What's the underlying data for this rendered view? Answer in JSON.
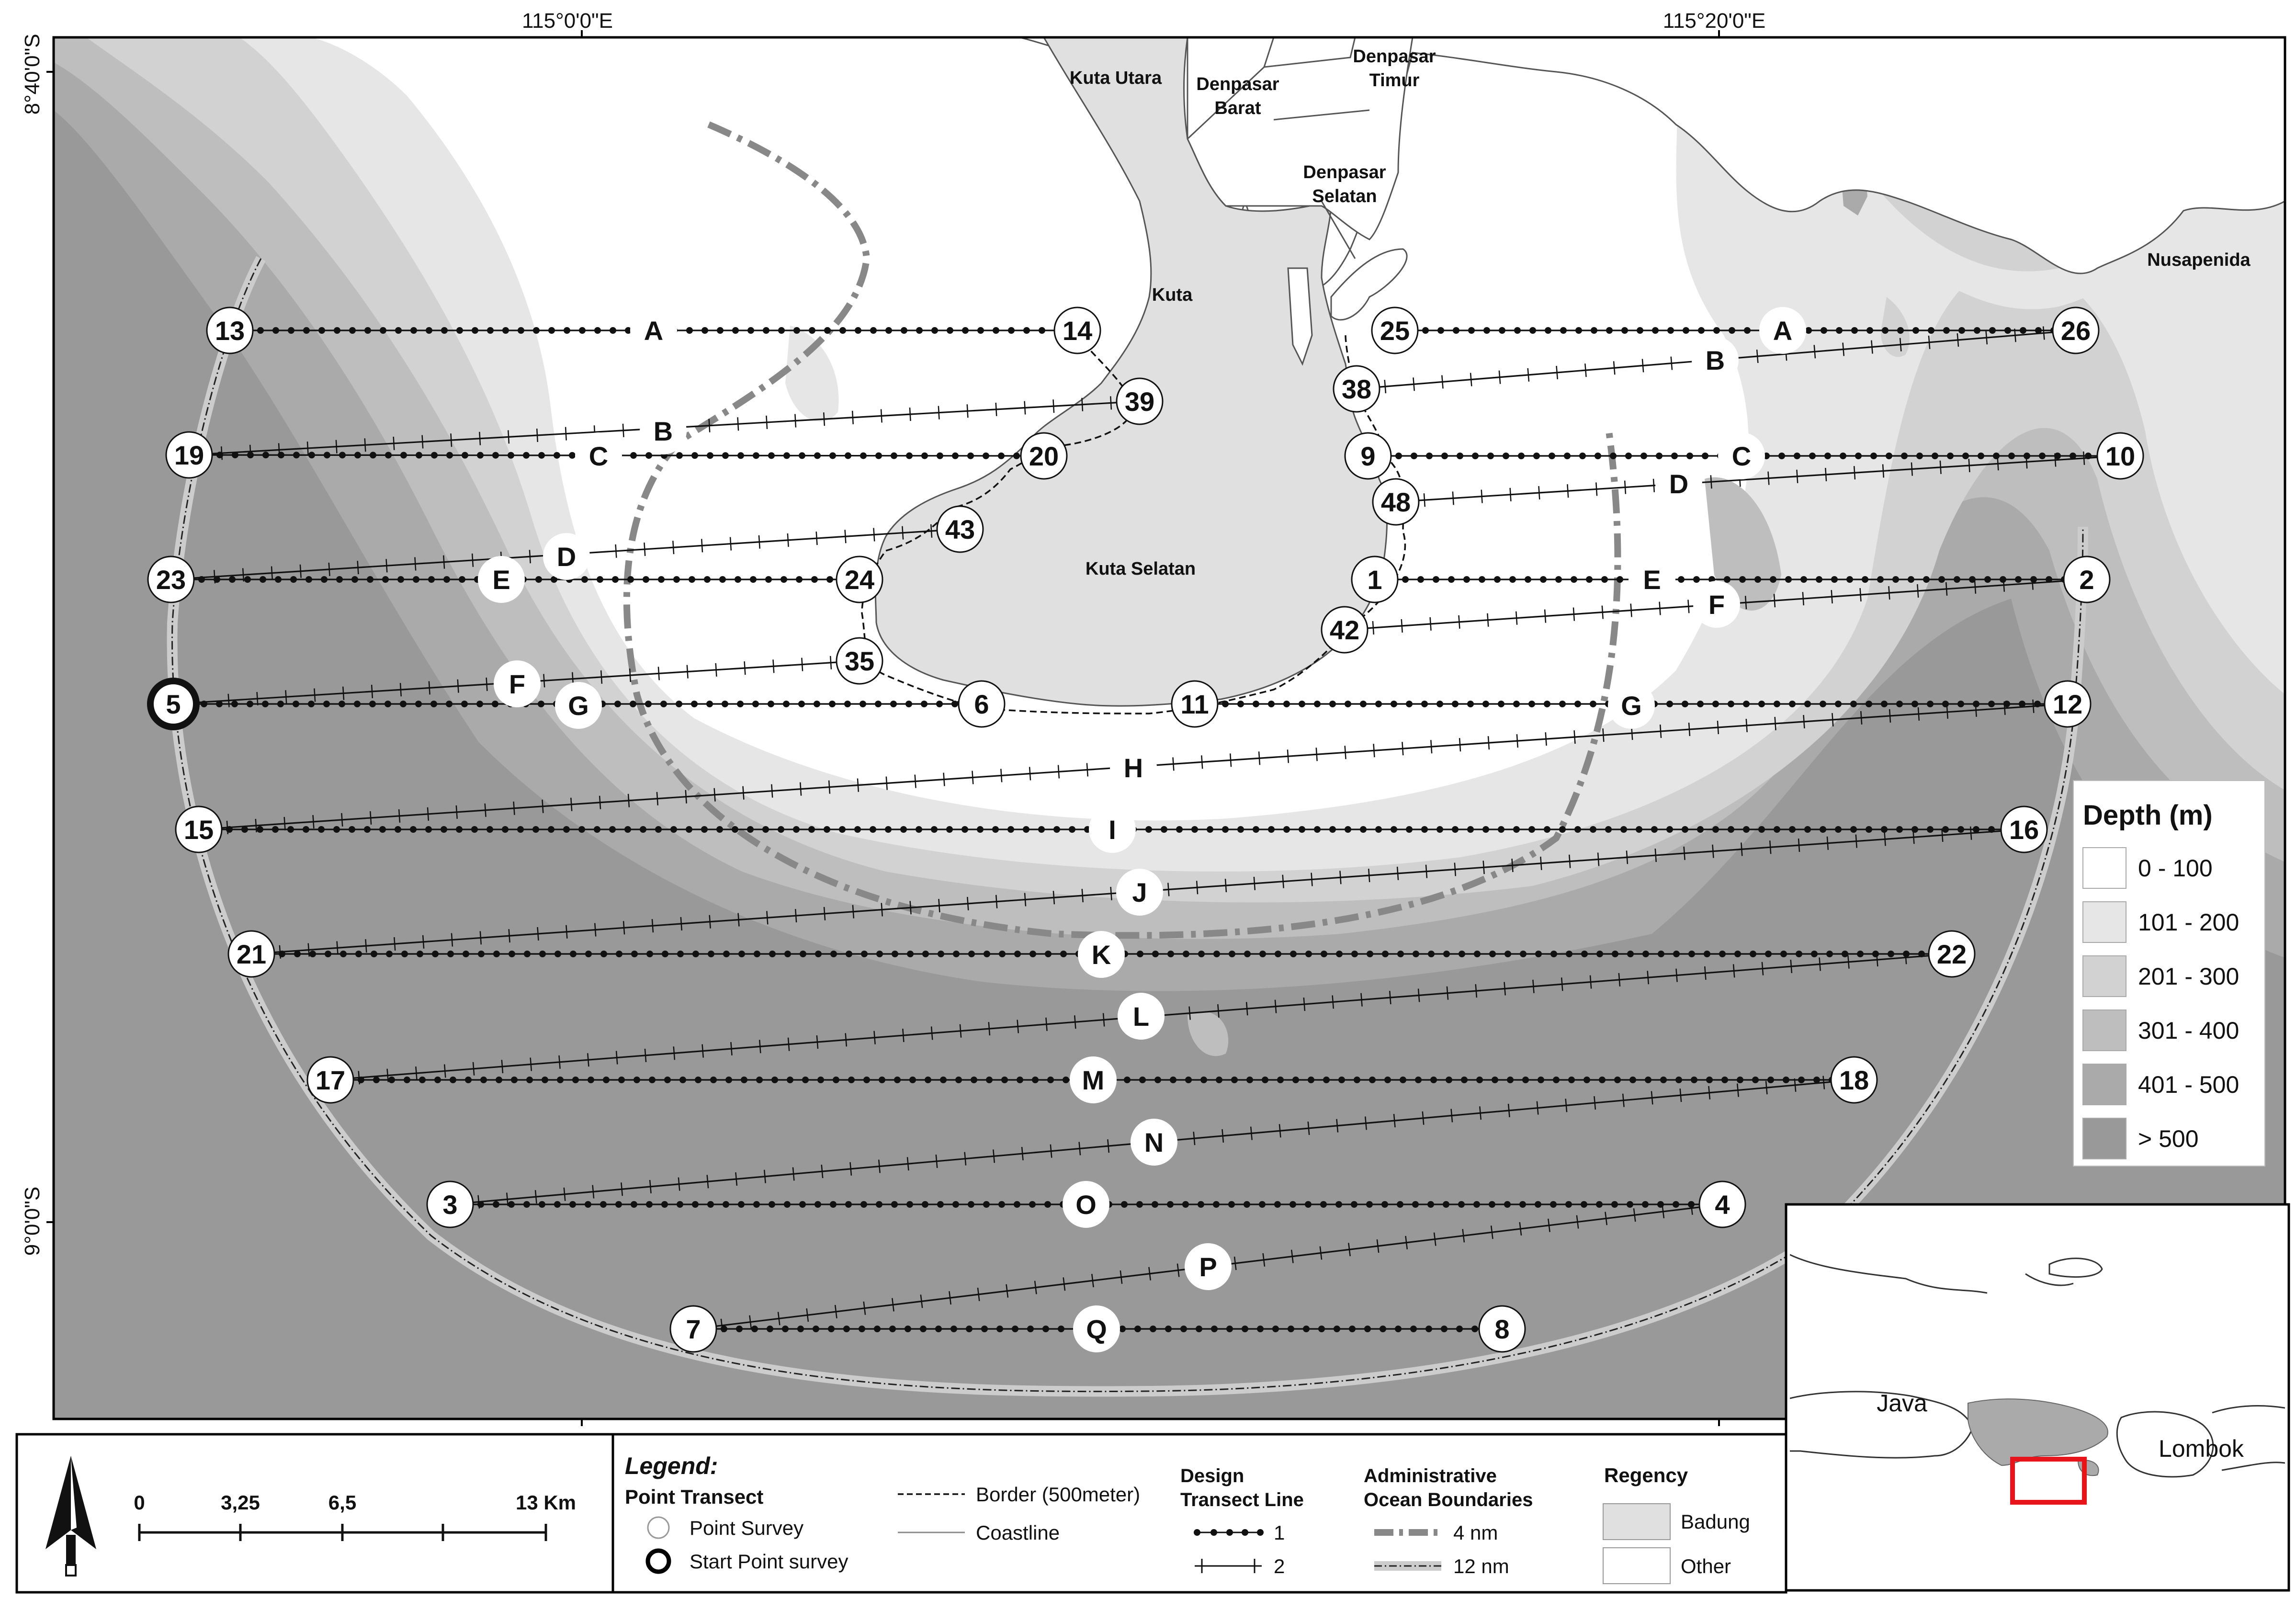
{
  "coords": {
    "top_left": "115°0'0\"E",
    "top_right": "115°20'0\"E",
    "left_top": "8°40'0\"S",
    "left_bottom": "9°0'0\"S"
  },
  "places": {
    "kuta_utara": "Kuta Utara",
    "denpasar_barat": [
      "Denpasar",
      "Barat"
    ],
    "denpasar_timur": [
      "Denpasar",
      "Timur"
    ],
    "denpasar_selatan": [
      "Denpasar",
      "Selatan"
    ],
    "kuta": "Kuta",
    "kuta_selatan": "Kuta Selatan",
    "nusapenida": "Nusapenida"
  },
  "points": [
    "1",
    "2",
    "3",
    "4",
    "5",
    "6",
    "7",
    "8",
    "9",
    "10",
    "11",
    "12",
    "13",
    "14",
    "15",
    "16",
    "17",
    "18",
    "19",
    "20",
    "21",
    "22",
    "23",
    "24",
    "25",
    "26",
    "35",
    "38",
    "39",
    "42",
    "43",
    "48"
  ],
  "start_point": "5",
  "transect_letters": [
    "A",
    "A",
    "B",
    "B",
    "C",
    "C",
    "D",
    "D",
    "E",
    "E",
    "F",
    "F",
    "G",
    "G",
    "H",
    "I",
    "J",
    "K",
    "L",
    "M",
    "N",
    "O",
    "P",
    "Q"
  ],
  "depth_legend": {
    "title": "Depth (m)",
    "classes": [
      {
        "label": "0 - 100",
        "color": "#ffffff"
      },
      {
        "label": "101 - 200",
        "color": "#e6e6e6"
      },
      {
        "label": "201 - 300",
        "color": "#d2d2d2"
      },
      {
        "label": "301 - 400",
        "color": "#bebebe"
      },
      {
        "label": "401 - 500",
        "color": "#aaaaaa"
      },
      {
        "label": "> 500",
        "color": "#999999"
      }
    ]
  },
  "scale": {
    "labels": [
      "0",
      "3,25",
      "6,5",
      "13 Km"
    ]
  },
  "legend": {
    "title": "Legend:",
    "point_transect": "Point Transect",
    "point_survey": "Point Survey",
    "start_point_survey": "Start Point survey",
    "border": "Border (500meter)",
    "coastline": "Coastline",
    "design_title": [
      "Design",
      "Transect Line"
    ],
    "design_1": "1",
    "design_2": "2",
    "admin_title": [
      "Administrative",
      "Ocean Boundaries"
    ],
    "admin_4nm": "4 nm",
    "admin_12nm": "12 nm",
    "regency_title": "Regency",
    "regency_badung": "Badung",
    "regency_other": "Other"
  },
  "inset": {
    "java": "Java",
    "lombok": "Lombok"
  }
}
